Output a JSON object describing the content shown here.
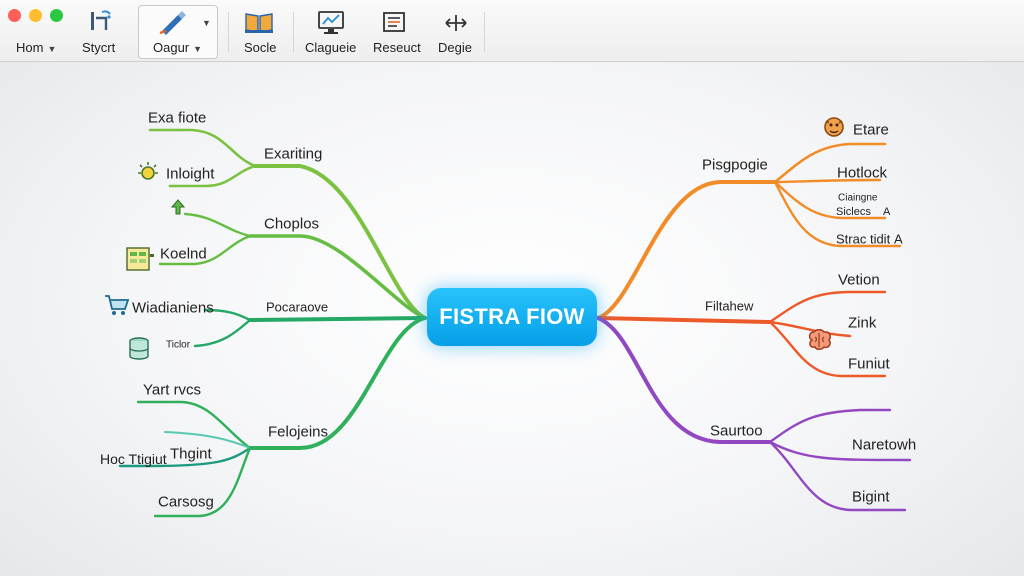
{
  "toolbar": {
    "home_label": "Hom",
    "style_label": "Stycrt",
    "color_label": "Oagur",
    "book_label": "Socle",
    "chart_label": "Clagueie",
    "resect_label": "Reseuct",
    "design_label": "Degie"
  },
  "central": {
    "title": "FISTRA FIOW"
  },
  "left": {
    "b1": "Exariting",
    "b1_c1": "Exa fiote",
    "b1_c2": "Inloight",
    "b2": "Choplos",
    "b2_c1": "Koelnd",
    "b3": "Pocaraove",
    "b3_c1": "Wiadianiens",
    "b3_c2": "Ticlor",
    "b4": "Felojeins",
    "b4_c1": "Yart rvcs",
    "b4_c2": "Thgint",
    "b4_c2_prefix": "Hoc Ttigiut",
    "b4_c3": "Carsosg"
  },
  "right": {
    "b1": "Pisgpogie",
    "b1_c1": "Etare",
    "b1_c2": "Hotlock",
    "b1_c3a": "Ciaingne",
    "b1_c3b": "Siclecs",
    "b1_c3_suffix": "A",
    "b1_c4": "Strac tidit",
    "b1_c4_suffix": "A",
    "b2": "Filtahew",
    "b2_c1": "Vetion",
    "b2_c2": "Zink",
    "b2_c3": "Funiut",
    "b3": "Saurtoo",
    "b3_c1": "Naretowh",
    "b3_c2": "Bigint"
  },
  "colors": {
    "green_light": "#7cc242",
    "green": "#33b54a",
    "teal": "#1fa86b",
    "orange": "#f28c28",
    "orange_red": "#ec5a2a",
    "purple": "#9148c0",
    "central": "#0aa7ee"
  }
}
